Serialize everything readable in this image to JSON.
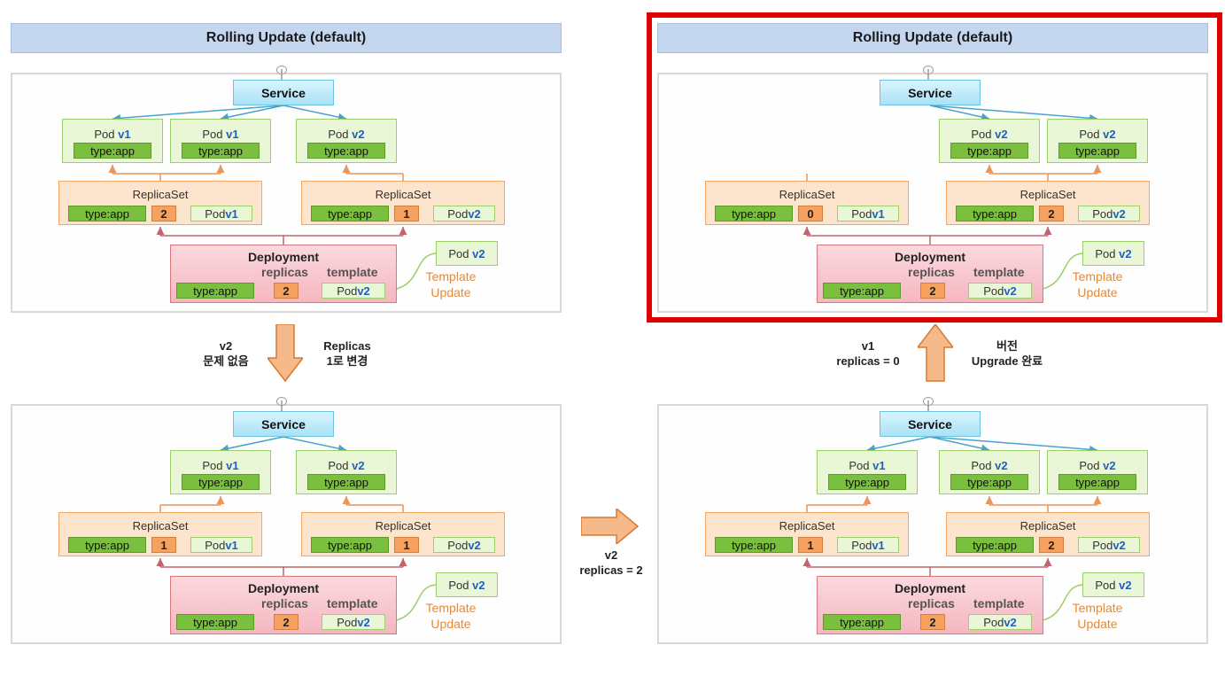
{
  "texts": {
    "rolling_update": "Rolling Update (default)",
    "service": "Service",
    "replicaset": "ReplicaSet",
    "deployment": "Deployment",
    "replicas": "replicas",
    "template": "template",
    "type_app": "type:app",
    "pod": "Pod",
    "template_update_1": "Template",
    "template_update_2": "Update"
  },
  "panels": {
    "tl": {
      "pods": [
        "v1",
        "v1",
        "v2"
      ],
      "rs": [
        {
          "count": "2",
          "pod": "v1"
        },
        {
          "count": "1",
          "pod": "v2"
        }
      ],
      "dep_replicas": "2",
      "dep_template": "v2",
      "template_pod": "v2"
    },
    "tr": {
      "pods": [
        "v2",
        "v2"
      ],
      "rs": [
        {
          "count": "0",
          "pod": "v1"
        },
        {
          "count": "2",
          "pod": "v2"
        }
      ],
      "dep_replicas": "2",
      "dep_template": "v2",
      "template_pod": "v2"
    },
    "bl": {
      "pods": [
        "v1",
        "v2"
      ],
      "rs": [
        {
          "count": "1",
          "pod": "v1"
        },
        {
          "count": "1",
          "pod": "v2"
        }
      ],
      "dep_replicas": "2",
      "dep_template": "v2",
      "template_pod": "v2"
    },
    "br": {
      "pods": [
        "v1",
        "v2",
        "v2"
      ],
      "rs": [
        {
          "count": "1",
          "pod": "v1"
        },
        {
          "count": "2",
          "pod": "v2"
        }
      ],
      "dep_replicas": "2",
      "dep_template": "v2",
      "template_pod": "v2"
    }
  },
  "transitions": {
    "left_down_a": [
      "v2",
      "문제 없음"
    ],
    "left_down_b": [
      "Replicas",
      "1로 변경"
    ],
    "middle_right": [
      "v2",
      "replicas = 2"
    ],
    "right_up_a": [
      "v1",
      "replicas = 0"
    ],
    "right_up_b": [
      "버전",
      "Upgrade 완료"
    ]
  },
  "colors": {
    "highlight": "#e00000",
    "arrow_fill": "#f6b98a",
    "arrow_stroke": "#d8782f"
  }
}
